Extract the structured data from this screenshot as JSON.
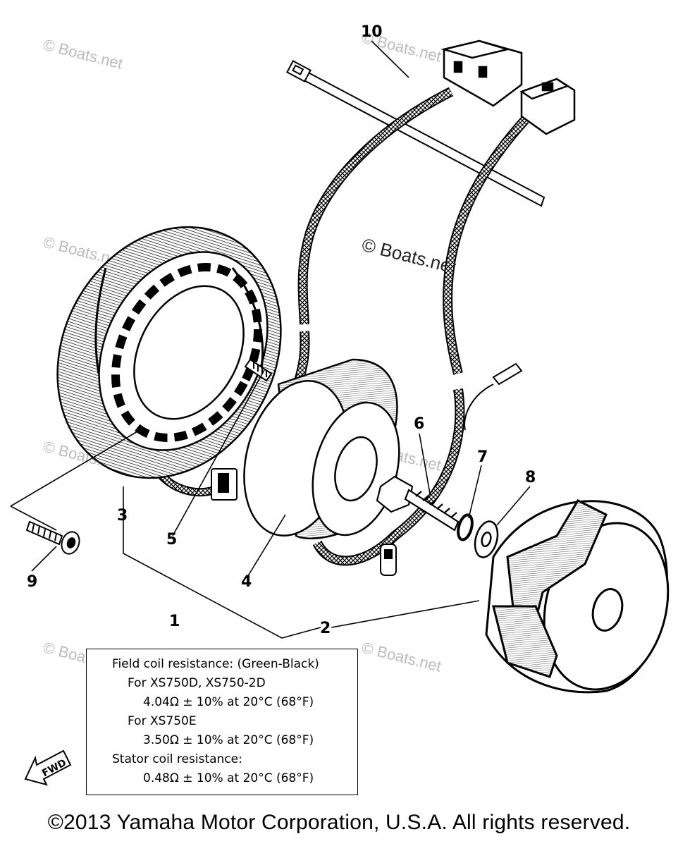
{
  "callouts": {
    "c1": "1",
    "c2": "2",
    "c3": "3",
    "c4": "4",
    "c5": "5",
    "c6": "6",
    "c7": "7",
    "c8": "8",
    "c9": "9",
    "c10": "10"
  },
  "watermark": {
    "text": "© Boats.net"
  },
  "spec": {
    "line1": "Field coil resistance:  (Green-Black)",
    "line2": "For XS750D, XS750-2D",
    "line3": "4.04Ω ± 10% at 20°C (68°F)",
    "line4": "For XS750E",
    "line5": "3.50Ω ± 10% at 20°C (68°F)",
    "line6": "Stator coil resistance:",
    "line7": "0.48Ω ± 10% at 20°C (68°F)"
  },
  "fwd_label": "FWD",
  "copyright": "©2013 Yamaha Motor Corporation, U.S.A. All rights reserved."
}
